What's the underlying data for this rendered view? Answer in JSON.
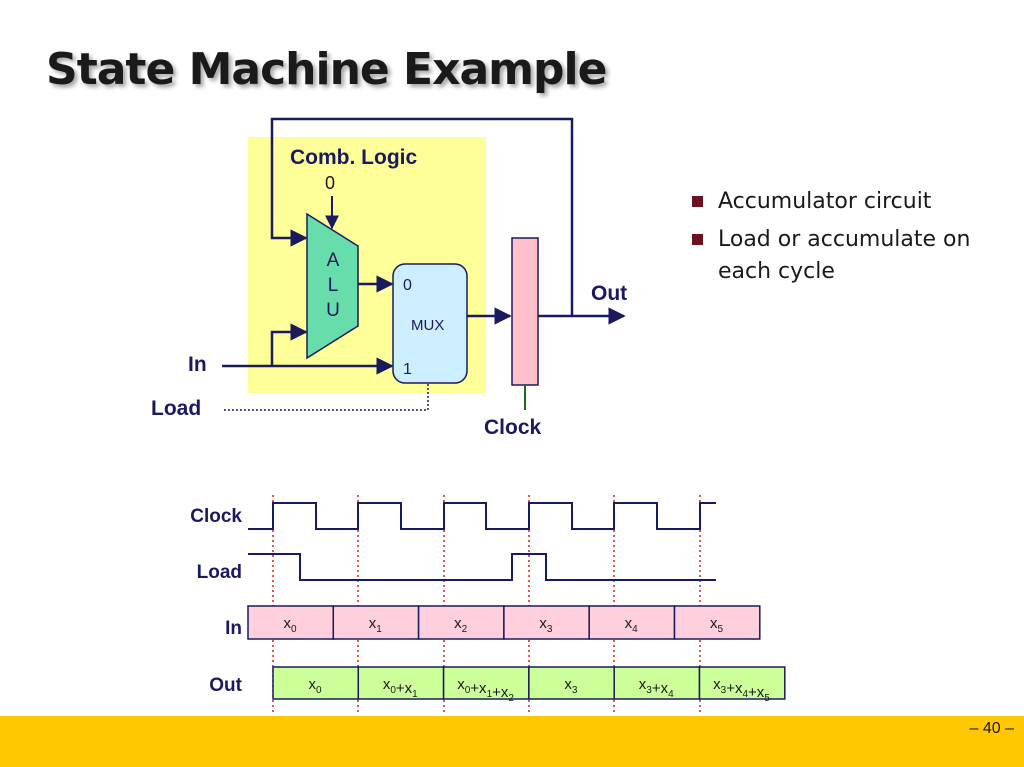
{
  "slide": {
    "title": "State Machine Example",
    "page_number": "– 40 –"
  },
  "bullets": [
    "Accumulator circuit",
    "Load or accumulate on each cycle"
  ],
  "circuit": {
    "comb_logic_label": "Comb. Logic",
    "alu_const": "0",
    "alu_letters": [
      "A",
      "L",
      "U"
    ],
    "mux_label": "MUX",
    "mux_input0": "0",
    "mux_input1": "1",
    "in_label": "In",
    "load_label": "Load",
    "clock_label": "Clock",
    "out_label": "Out"
  },
  "timing": {
    "signal_labels": [
      "Clock",
      "Load",
      "In",
      "Out"
    ],
    "in_values": [
      {
        "base": "x",
        "sub": "0"
      },
      {
        "base": "x",
        "sub": "1"
      },
      {
        "base": "x",
        "sub": "2"
      },
      {
        "base": "x",
        "sub": "3"
      },
      {
        "base": "x",
        "sub": "4"
      },
      {
        "base": "x",
        "sub": "5"
      }
    ],
    "out_values": [
      [
        {
          "base": "x",
          "sub": "0"
        }
      ],
      [
        {
          "base": "x",
          "sub": "0"
        },
        {
          "base": "+x",
          "sub": "1"
        }
      ],
      [
        {
          "base": "x",
          "sub": "0"
        },
        {
          "base": "+x",
          "sub": "1"
        },
        {
          "base": "+x",
          "sub": "2"
        }
      ],
      [
        {
          "base": "x",
          "sub": "3"
        }
      ],
      [
        {
          "base": "x",
          "sub": "3"
        },
        {
          "base": "+x",
          "sub": "4"
        }
      ],
      [
        {
          "base": "x",
          "sub": "3"
        },
        {
          "base": "+x",
          "sub": "4"
        },
        {
          "base": "+x",
          "sub": "5"
        }
      ]
    ],
    "colors": {
      "in_fill": "#ffd0dc",
      "out_fill": "#ccff99",
      "wire": "#1a1a5e"
    }
  }
}
